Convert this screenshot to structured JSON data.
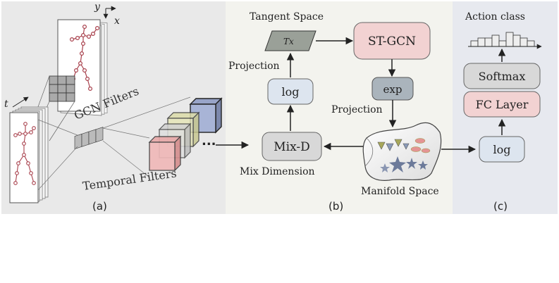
{
  "panel_a": {
    "axis_y": "y",
    "axis_x": "x",
    "axis_t": "t",
    "gcn_filters": "GCN Filters",
    "temporal_filters": "Temporal Filters",
    "dots": "...",
    "caption": "(a)"
  },
  "panel_b": {
    "tangent_space": "Tangent Space",
    "tx": "Tx",
    "st_gcn": "ST-GCN",
    "projection_top": "Projection",
    "log": "log",
    "exp": "exp",
    "projection_right": "Projection",
    "mix_d": "Mix-D",
    "mix_dimension": "Mix Dimension",
    "manifold_space": "Manifold Space",
    "caption": "(b)"
  },
  "panel_c": {
    "action_class": "Action class",
    "softmax": "Softmax",
    "fc_layer": "FC Layer",
    "log": "log",
    "caption": "(c)"
  },
  "histogram": {
    "values": [
      2,
      3,
      3,
      4,
      2,
      5,
      4,
      3,
      2
    ]
  },
  "colors": {
    "panel_a_bg": "#e9e9e9",
    "panel_b_bg": "#f3f3ee",
    "panel_c_bg": "#e7e9ef",
    "box_blue": "#dde5ef",
    "box_red": "#f2d2d2",
    "box_gray": "#d8d8d8",
    "box_exp": "#aab4bc",
    "skeleton": "#a8404c"
  }
}
